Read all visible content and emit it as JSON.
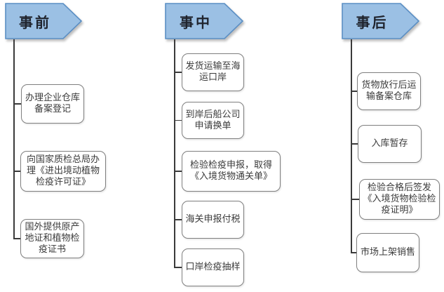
{
  "diagram": {
    "type": "flowchart",
    "columns": [
      {
        "header": "事前",
        "boxes": [
          {
            "label": "办理企业仓库\n备案登记"
          },
          {
            "label": "向国家质检总局办\n理《进出境动植物\n检疫许可证》"
          },
          {
            "label": "国外提供原产\n地证和植物检\n疫证书"
          }
        ]
      },
      {
        "header": "事中",
        "boxes": [
          {
            "label": "发货运输至海\n运口岸"
          },
          {
            "label": "到岸后船公司\n申请换单"
          },
          {
            "label": "检验检疫申报，取得\n《入境货物通关单》"
          },
          {
            "label": "海关申报付税"
          },
          {
            "label": "口岸检疫抽样"
          }
        ]
      },
      {
        "header": "事后",
        "boxes": [
          {
            "label": "货物放行后运\n输备案仓库"
          },
          {
            "label": "入库暂存"
          },
          {
            "label": "检验合格后签发\n《入境货物检验检\n疫证明》"
          },
          {
            "label": "市场上架销售"
          }
        ]
      }
    ]
  },
  "colors": {
    "background": "#ffffff",
    "arrow_fill": "#9BC0E4",
    "arrow_border": "#5B8FC4",
    "arrow_text": "#20242e",
    "box_border": "#7f7f7f",
    "box_fill": "#ffffff",
    "box_text": "#3b3b3b",
    "connector": "#3a3a3a"
  }
}
